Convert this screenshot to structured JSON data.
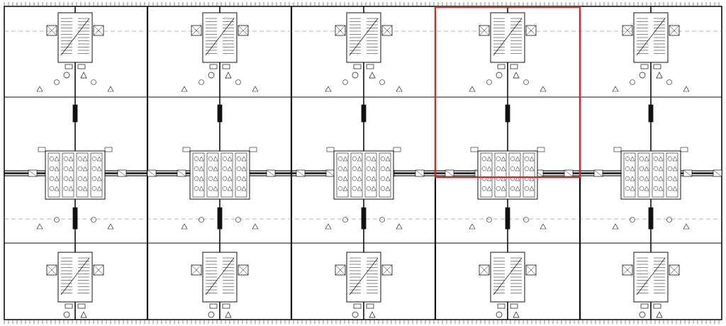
{
  "drawing": {
    "type": "architectural floor plan",
    "columns": 5,
    "rows": 3,
    "line_color": "#111111",
    "highlight_color": "#d62828",
    "highlighted_bay": {
      "column": 4,
      "row": 1
    }
  },
  "modules": {
    "stair_core": {
      "icon": "stair-core-icon",
      "rows": [
        "top",
        "bottom"
      ]
    },
    "utility_core": {
      "icon": "utility-core-icon",
      "row": "middle"
    },
    "symbols": [
      "circle-symbol-icon",
      "triangle-symbol-icon"
    ]
  }
}
